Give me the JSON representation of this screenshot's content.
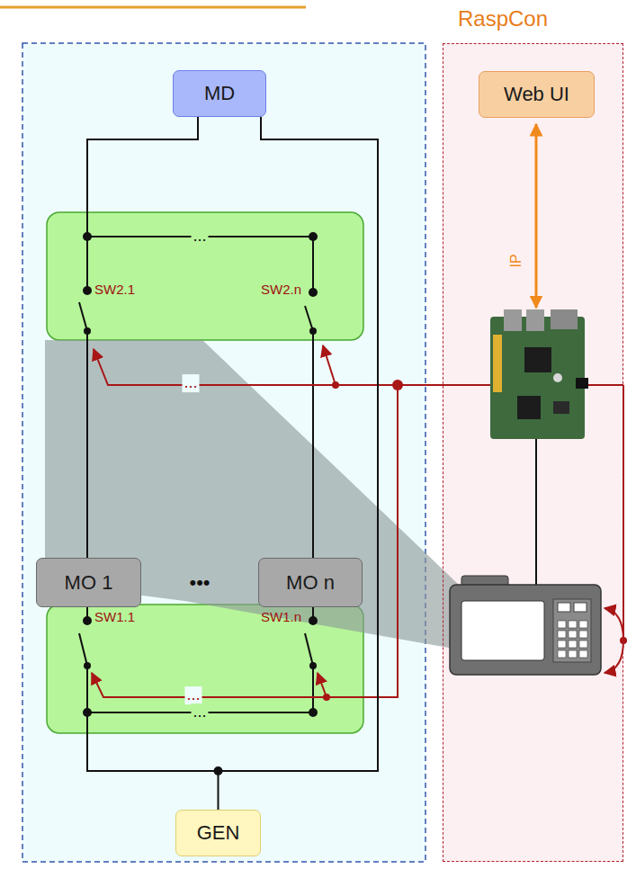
{
  "diagram": {
    "nodes": [
      {
        "text": [
          "RaspCon"
        ]
      },
      {
        "text": [
          "Web UI"
        ],
        "in": 0
      },
      {
        "text": [
          "MD"
        ]
      },
      {
        "text": [
          "MO 1"
        ]
      },
      {
        "text": [
          "MO n"
        ]
      },
      {
        "text": [
          "GEN"
        ]
      }
    ],
    "edges": [
      {
        "from": 2,
        "to": 5,
        "arrow": "none"
      }
    ],
    "labels": [
      "...",
      "SW2.1",
      "SW2.n",
      "...",
      "•••",
      "SW1.1",
      "SW1.n",
      "...",
      "...",
      "IP"
    ]
  }
}
